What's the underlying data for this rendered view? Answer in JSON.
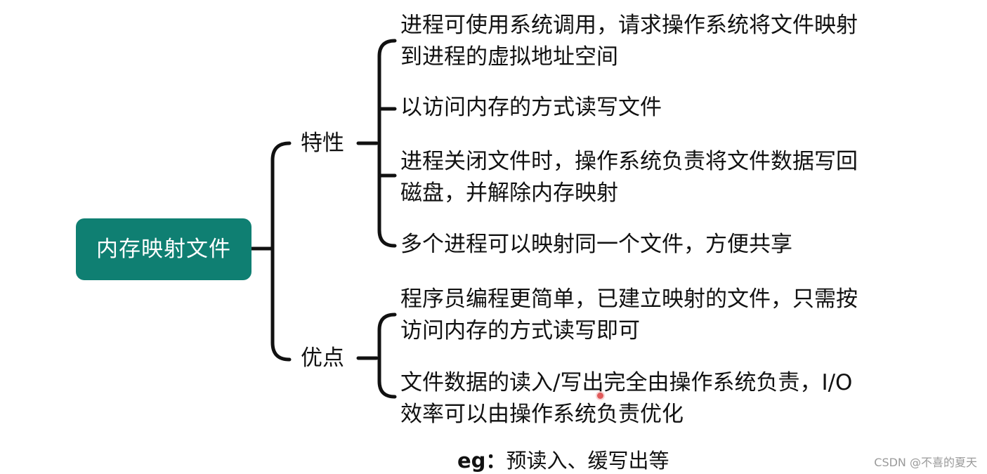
{
  "root": {
    "label": "内存映射文件"
  },
  "branches": [
    {
      "label": "特性",
      "items": [
        {
          "lines": [
            "进程可使用系统调用，请求操作系统将文件映射",
            "到进程的虚拟地址空间"
          ]
        },
        {
          "lines": [
            "以访问内存的方式读写文件"
          ]
        },
        {
          "lines": [
            "进程关闭文件时，操作系统负责将文件数据写回",
            "磁盘，并解除内存映射"
          ]
        },
        {
          "lines": [
            "多个进程可以映射同一个文件，方便共享"
          ]
        }
      ]
    },
    {
      "label": "优点",
      "items": [
        {
          "lines": [
            "程序员编程更简单，已建立映射的文件，只需按",
            "访问内存的方式读写即可"
          ]
        },
        {
          "lines": [
            "文件数据的读入/写出完全由操作系统负责，I/O",
            "效率可以由操作系统负责优化"
          ]
        }
      ]
    }
  ],
  "footnote": {
    "prefix": "eg：",
    "text": "预读入、缓写出等"
  },
  "watermark": "CSDN @不喜的夏天",
  "colors": {
    "root_fill": "#0f7f72",
    "root_text": "#ffffff",
    "connector": "#111111",
    "cursor_dot": "#e05a5a"
  }
}
